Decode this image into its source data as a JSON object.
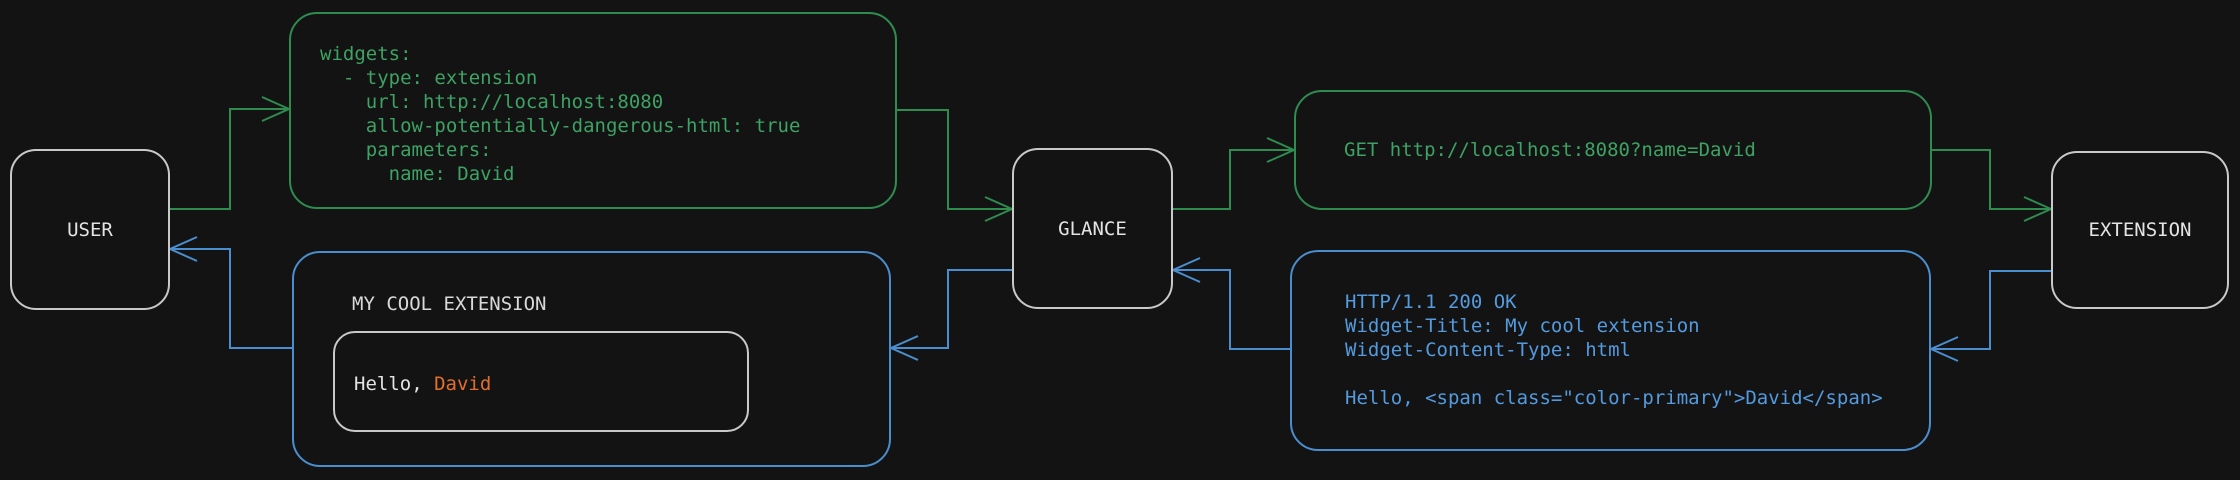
{
  "colors": {
    "background": "#131313",
    "green_line": "#2e8c4f",
    "green_text": "#3da263",
    "blue_line": "#4a8ecf",
    "blue_text": "#549ade",
    "node_border": "#c9c9c9",
    "node_text": "#e4e4e4",
    "muted_text": "#d9d9d9",
    "orange": "#e2702c"
  },
  "nodes": {
    "user": {
      "label": "USER"
    },
    "glance": {
      "label": "GLANCE"
    },
    "extension": {
      "label": "EXTENSION"
    }
  },
  "config_box": {
    "lines": [
      "widgets:",
      "  - type: extension",
      "    url: http://localhost:8080",
      "    allow-potentially-dangerous-html: true",
      "    parameters:",
      "      name: David"
    ]
  },
  "request_box": {
    "text": "GET http://localhost:8080?name=David"
  },
  "response_box": {
    "lines": [
      "HTTP/1.1 200 OK",
      "Widget-Title: My cool extension",
      "Widget-Content-Type: html",
      "",
      "Hello, <span class=\"color-primary\">David</span>"
    ]
  },
  "widget_preview": {
    "title": "MY COOL EXTENSION",
    "greeting_prefix": "Hello, ",
    "greeting_name": "David"
  }
}
